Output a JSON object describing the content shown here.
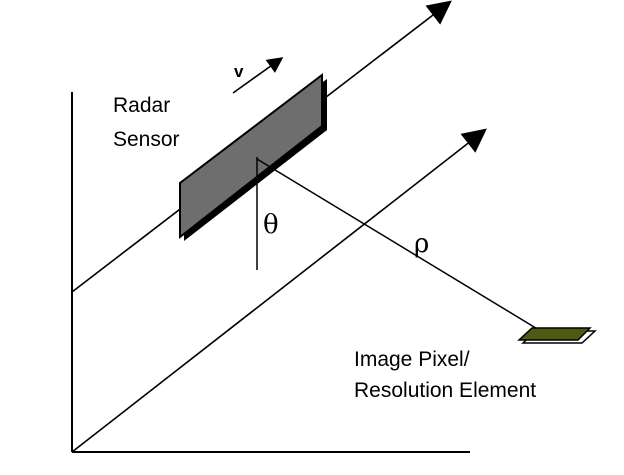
{
  "labels": {
    "velocity": "v",
    "sensor_line1": "Radar",
    "sensor_line2": "Sensor",
    "look_angle": "θ",
    "range": "ρ",
    "pixel_line1": "Image Pixel/",
    "pixel_line2": "Resolution Element"
  },
  "colors": {
    "sensor_fill": "#6e6e6e",
    "pixel_fill": "#4d5a14",
    "stroke": "#000000"
  }
}
